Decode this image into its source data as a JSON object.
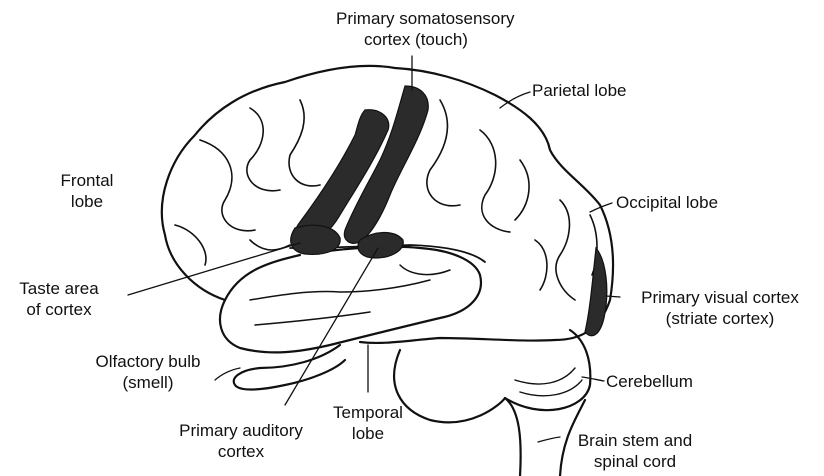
{
  "labels": {
    "somatosensory": [
      "Primary somatosensory",
      "cortex (touch)"
    ],
    "parietal": [
      "Parietal lobe"
    ],
    "frontal": [
      "Frontal",
      "lobe"
    ],
    "occipital": [
      "Occipital lobe"
    ],
    "taste": [
      "Taste area",
      "of cortex"
    ],
    "visual": [
      "Primary visual cortex",
      "(striate cortex)"
    ],
    "olfactory": [
      "Olfactory bulb",
      "(smell)"
    ],
    "cerebellum": [
      "Cerebellum"
    ],
    "temporal": [
      "Temporal",
      "lobe"
    ],
    "auditory": [
      "Primary auditory",
      "cortex"
    ],
    "brainstem": [
      "Brain stem and",
      "spinal cord"
    ]
  },
  "colors": {
    "ink": "#111111",
    "shaded_region": "#2b2b2b",
    "background": "#ffffff"
  }
}
